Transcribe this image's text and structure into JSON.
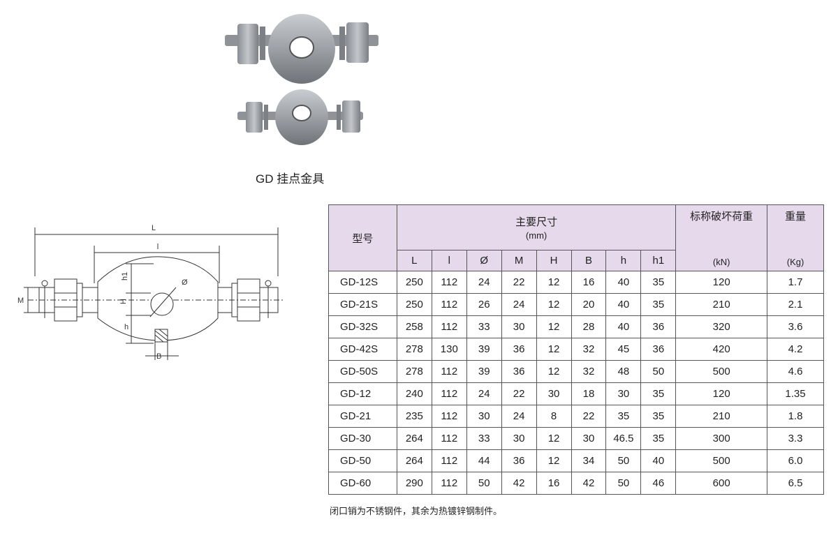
{
  "caption": "GD 挂点金具",
  "diagram_labels": {
    "L": "L",
    "l": "l",
    "phi": "Ø",
    "M": "M",
    "H": "H",
    "h": "h",
    "h1": "h1",
    "B": "B"
  },
  "table": {
    "model_header": "型号",
    "dims_header": "主要尺寸",
    "dims_unit": "(mm)",
    "load_header": "标称破坏荷重",
    "load_unit": "(kN)",
    "weight_header": "重量",
    "weight_unit": "(Kg)",
    "dim_columns": [
      "L",
      "l",
      "Ø",
      "M",
      "H",
      "B",
      "h",
      "h1"
    ],
    "rows": [
      {
        "model": "GD-12S",
        "L": "250",
        "l": "112",
        "phi": "24",
        "M": "22",
        "H": "12",
        "B": "16",
        "h": "40",
        "h1": "35",
        "load": "120",
        "weight": "1.7"
      },
      {
        "model": "GD-21S",
        "L": "250",
        "l": "112",
        "phi": "26",
        "M": "24",
        "H": "12",
        "B": "20",
        "h": "40",
        "h1": "35",
        "load": "210",
        "weight": "2.1"
      },
      {
        "model": "GD-32S",
        "L": "258",
        "l": "112",
        "phi": "33",
        "M": "30",
        "H": "12",
        "B": "28",
        "h": "40",
        "h1": "36",
        "load": "320",
        "weight": "3.6"
      },
      {
        "model": "GD-42S",
        "L": "278",
        "l": "130",
        "phi": "39",
        "M": "36",
        "H": "12",
        "B": "32",
        "h": "45",
        "h1": "36",
        "load": "420",
        "weight": "4.2"
      },
      {
        "model": "GD-50S",
        "L": "278",
        "l": "112",
        "phi": "39",
        "M": "36",
        "H": "12",
        "B": "32",
        "h": "48",
        "h1": "50",
        "load": "500",
        "weight": "4.6"
      },
      {
        "model": "GD-12",
        "L": "240",
        "l": "112",
        "phi": "24",
        "M": "22",
        "H": "30",
        "B": "18",
        "h": "30",
        "h1": "35",
        "load": "120",
        "weight": "1.35"
      },
      {
        "model": "GD-21",
        "L": "235",
        "l": "112",
        "phi": "30",
        "M": "24",
        "H": "8",
        "B": "22",
        "h": "35",
        "h1": "35",
        "load": "210",
        "weight": "1.8"
      },
      {
        "model": "GD-30",
        "L": "264",
        "l": "112",
        "phi": "33",
        "M": "30",
        "H": "12",
        "B": "30",
        "h": "46.5",
        "h1": "35",
        "load": "300",
        "weight": "3.3"
      },
      {
        "model": "GD-50",
        "L": "264",
        "l": "112",
        "phi": "44",
        "M": "36",
        "H": "12",
        "B": "34",
        "h": "50",
        "h1": "40",
        "load": "500",
        "weight": "6.0"
      },
      {
        "model": "GD-60",
        "L": "290",
        "l": "112",
        "phi": "50",
        "M": "42",
        "H": "16",
        "B": "42",
        "h": "50",
        "h1": "46",
        "load": "600",
        "weight": "6.5"
      }
    ]
  },
  "note": "闭口销为不锈钢件，其余为热镀锌钢制件。",
  "colors": {
    "header_bg": "#e6d9ec",
    "border": "#555555",
    "metal": "#9a9ea3"
  }
}
